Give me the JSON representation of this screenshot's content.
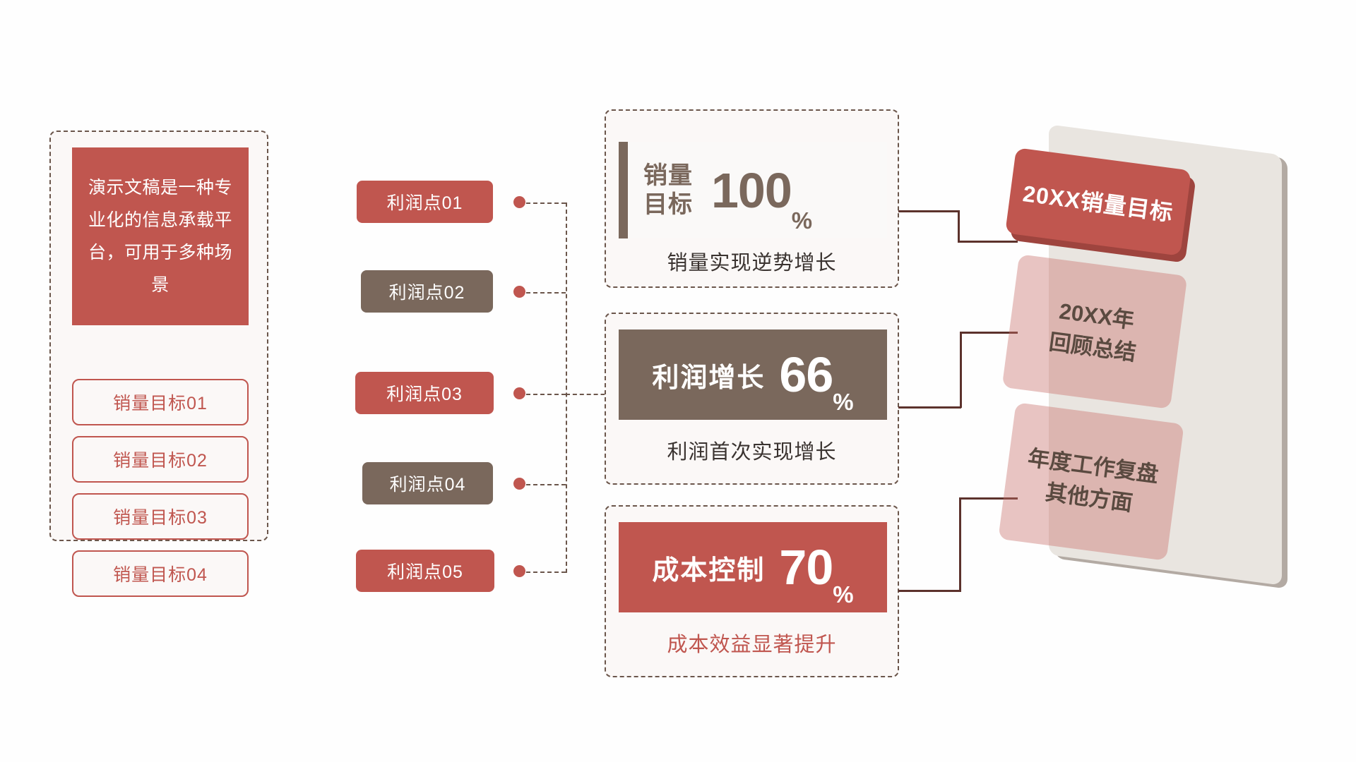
{
  "colors": {
    "red": "#C0564F",
    "brown": "#7A685C",
    "dark_line": "#5C322C",
    "dashed_line": "#6B564B",
    "panel_bg": "#FBF8F7",
    "board_beige": "#E9E5E0",
    "pink_translucent": "#C76E68"
  },
  "left_panel": {
    "intro_text": "演示文稿是一种专业化的信息承载平台，可用于多种场景",
    "goals": [
      {
        "label": "销量目标01"
      },
      {
        "label": "销量目标02"
      },
      {
        "label": "销量目标03"
      },
      {
        "label": "销量目标04"
      }
    ]
  },
  "profit_points": [
    {
      "label": "利润点01",
      "style": "red"
    },
    {
      "label": "利润点02",
      "style": "brown"
    },
    {
      "label": "利润点03",
      "style": "red"
    },
    {
      "label": "利润点04",
      "style": "brown"
    },
    {
      "label": "利润点05",
      "style": "red"
    }
  ],
  "stat_cards": [
    {
      "label": "销量\n目标",
      "number": "100",
      "percent": "%",
      "caption": "销量实现逆势增长",
      "theme": "light"
    },
    {
      "label": "利润增长",
      "number": "66",
      "percent": "%",
      "caption": "利润首次实现增长",
      "theme": "brown"
    },
    {
      "label": "成本控制",
      "number": "70",
      "percent": "%",
      "caption": "成本效益显著提升",
      "theme": "red"
    }
  ],
  "right_stack": {
    "cards": [
      {
        "label": "20XX销量目标"
      },
      {
        "label": "20XX年\n回顾总结"
      },
      {
        "label": "年度工作复盘\n其他方面"
      }
    ]
  }
}
